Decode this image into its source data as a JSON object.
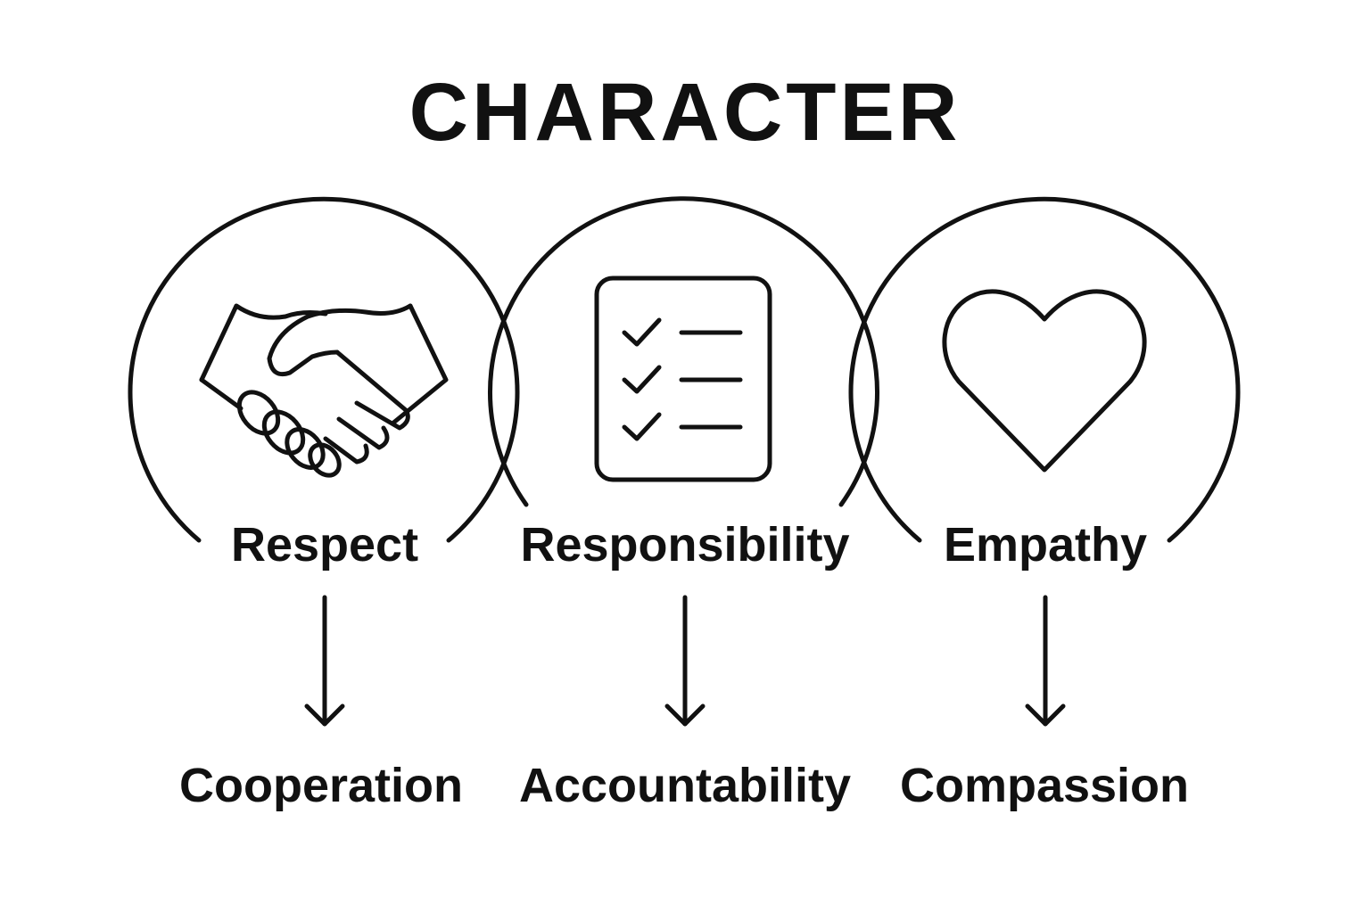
{
  "title": "CHARACTER",
  "ink_color": "#111111",
  "background_color": "#ffffff",
  "pillars": [
    {
      "trait": "Respect",
      "outcome": "Cooperation",
      "icon": "handshake-icon"
    },
    {
      "trait": "Responsibility",
      "outcome": "Accountability",
      "icon": "checklist-icon"
    },
    {
      "trait": "Empathy",
      "outcome": "Compassion",
      "icon": "heart-icon"
    }
  ]
}
